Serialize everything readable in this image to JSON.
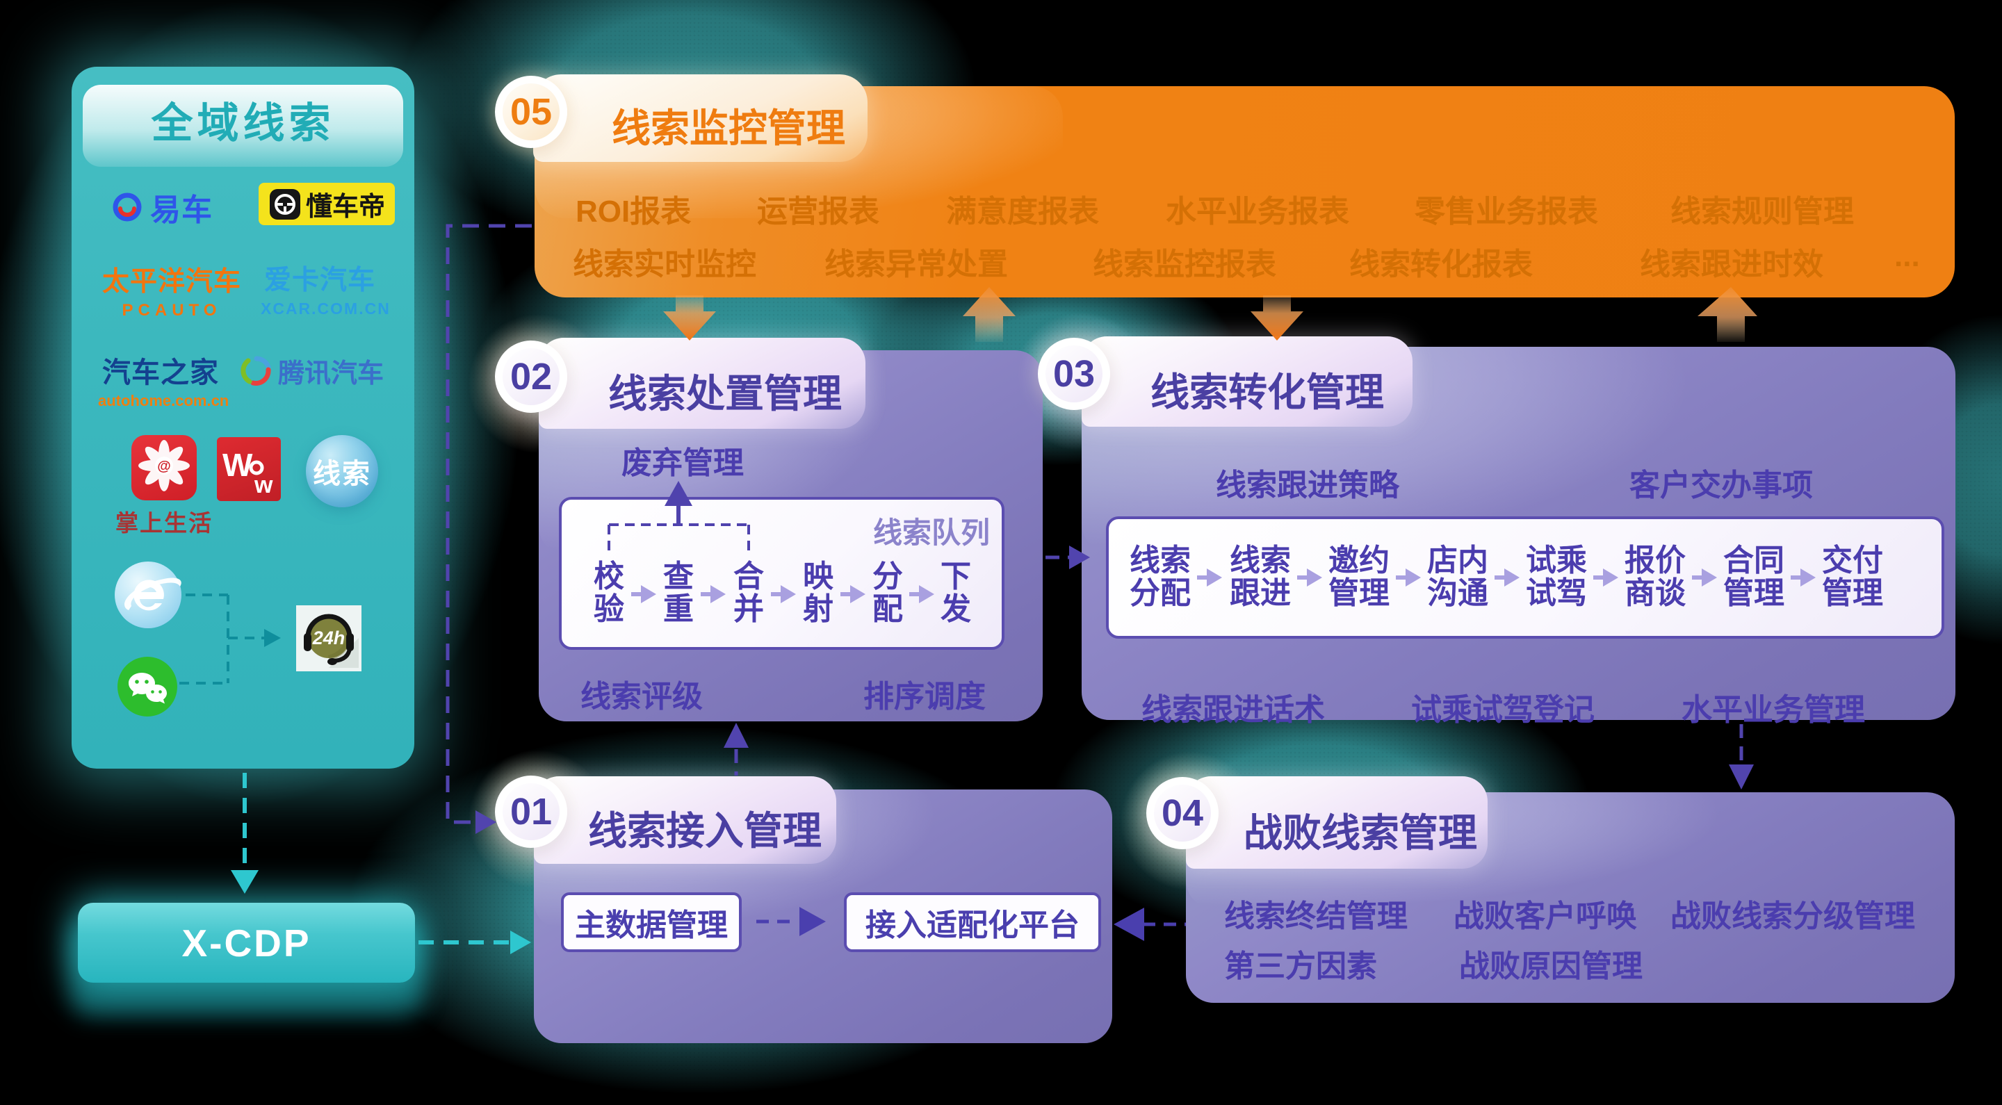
{
  "colors": {
    "background": "#000000",
    "teal": "#3DB8BE",
    "orange": "#F08214",
    "purple": "#837CBE",
    "deep_violet": "#4B3DAE",
    "white": "#FFFFFF"
  },
  "panel": {
    "title": "全域线索",
    "logos": {
      "yiche": {
        "label": "易车"
      },
      "dongchedi": {
        "label": "懂车帝"
      },
      "pcauto": {
        "label": "太平洋汽车",
        "sub": "PCAUTO"
      },
      "xcar": {
        "label": "爱卡汽车",
        "sub": "XCAR.COM.CN"
      },
      "autohome": {
        "label": "汽车之家",
        "sub": "autohome.com.cn"
      },
      "tencent_auto": {
        "label": "腾讯汽车"
      },
      "zhangshang": {
        "label": "掌上生活",
        "at": "@"
      },
      "wow": {
        "label": "W",
        "label2": "w"
      },
      "xiansuo": {
        "label": "线索"
      },
      "ie": {
        "label": "e"
      },
      "h24": {
        "label": "24h"
      },
      "wechat": {
        "label": ""
      }
    },
    "cdp": "X-CDP"
  },
  "m05": {
    "number": "05",
    "title": "线索监控管理",
    "row1": [
      "ROI报表",
      "运营报表",
      "满意度报表",
      "水平业务报表",
      "零售业务报表",
      "线索规则管理"
    ],
    "row2": [
      "线索实时监控",
      "线索异常处置",
      "线索监控报表",
      "线索转化报表",
      "线索跟进时效",
      "..."
    ]
  },
  "m02": {
    "number": "02",
    "title": "线索处置管理",
    "discard": "废弃管理",
    "queue": "线索队列",
    "steps": [
      "校验",
      "查重",
      "合并",
      "映射",
      "分配",
      "下发"
    ],
    "bottom": [
      "线索评级",
      "排序调度"
    ]
  },
  "m03": {
    "number": "03",
    "title": "线索转化管理",
    "top": [
      "线索跟进策略",
      "客户交办事项"
    ],
    "steps": [
      "线索分配",
      "线索跟进",
      "邀约管理",
      "店内沟通",
      "试乘试驾",
      "报价商谈",
      "合同管理",
      "交付管理"
    ],
    "bottom": [
      "线索跟进话术",
      "试乘试驾登记",
      "水平业务管理"
    ]
  },
  "m01": {
    "number": "01",
    "title": "线索接入管理",
    "nodes": [
      "主数据管理",
      "接入适配化平台"
    ]
  },
  "m04": {
    "number": "04",
    "title": "战败线索管理",
    "row1": [
      "线索终结管理",
      "战败客户呼唤",
      "战败线索分级管理"
    ],
    "row2": [
      "第三方因素",
      "战败原因管理"
    ]
  }
}
